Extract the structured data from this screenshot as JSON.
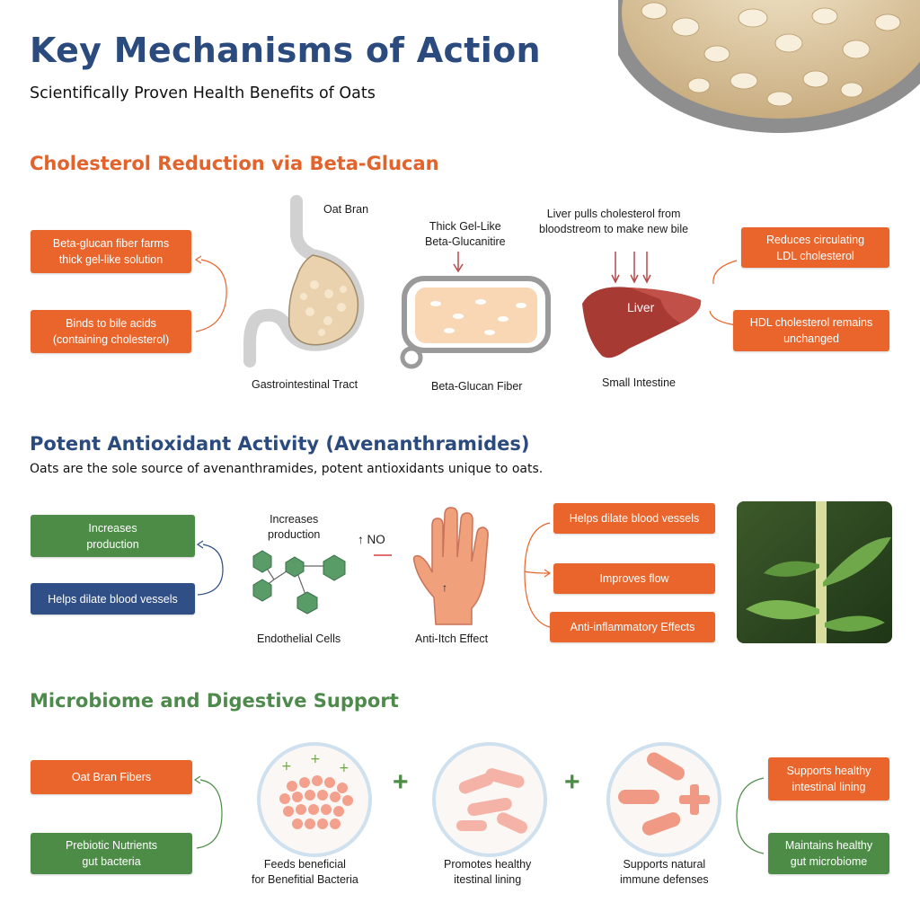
{
  "header": {
    "title": "Key Mechanisms of Action",
    "subtitle": "Scientifically Proven Health Benefits of Oats"
  },
  "colors": {
    "orange": "#e9652b",
    "green": "#4d8c47",
    "navy": "#2f4f86",
    "title_blue": "#2b4a7e"
  },
  "cholesterol": {
    "heading": "Cholesterol Reduction via Beta-Glucan",
    "left_boxes": [
      "Beta-glucan fiber farms\nthick gel-like solution",
      "Binds to bile acids\n(containing cholesterol)"
    ],
    "oat_bran_label": "Oat Bran",
    "gi_label": "Gastrointestinal Tract",
    "gel_label": "Thick Gel-Like\nBeta-Glucanitire",
    "fiber_label": "Beta-Glucan Fiber",
    "liver_note": "Liver pulls cholesterol from\nbloodstreom to make new bile",
    "liver_text": "Liver",
    "small_intestine_label": "Small Intestine",
    "right_boxes": [
      "Reduces circulating\nLDL cholesterol",
      "HDL cholesterol remains\nunchanged"
    ]
  },
  "antioxidant": {
    "heading": "Potent Antioxidant Activity (Avenanthramides)",
    "intro": "Oats are the sole source of avenanthramides, potent antioxidants unique to oats.",
    "left_boxes": [
      "Increases\nproduction",
      "Helps dilate blood vessels"
    ],
    "increases_label": "Increases\nproduction",
    "endothelial_label": "Endothelial Cells",
    "no_label": "↑ NO",
    "hand_arrow": "↑",
    "itch_label": "Anti-Itch Effect",
    "right_boxes": [
      "Helps dilate blood vessels",
      "Improves flow",
      "Anti-inflammatory Effects"
    ]
  },
  "microbiome": {
    "heading": "Microbiome and Digestive Support",
    "left_boxes": [
      "Oat Bran Fibers",
      "Prebiotic Nutrients\ngut bacteria"
    ],
    "circle_labels": [
      "Feeds beneficial\nfor Benefitial Bacteria",
      "Promotes healthy\nitestinal lining",
      "Supports natural\nimmune defenses"
    ],
    "plus": "+",
    "right_boxes": [
      "Supports healthy\nintestinal lining",
      "Maintains healthy\ngut microbiome"
    ]
  }
}
